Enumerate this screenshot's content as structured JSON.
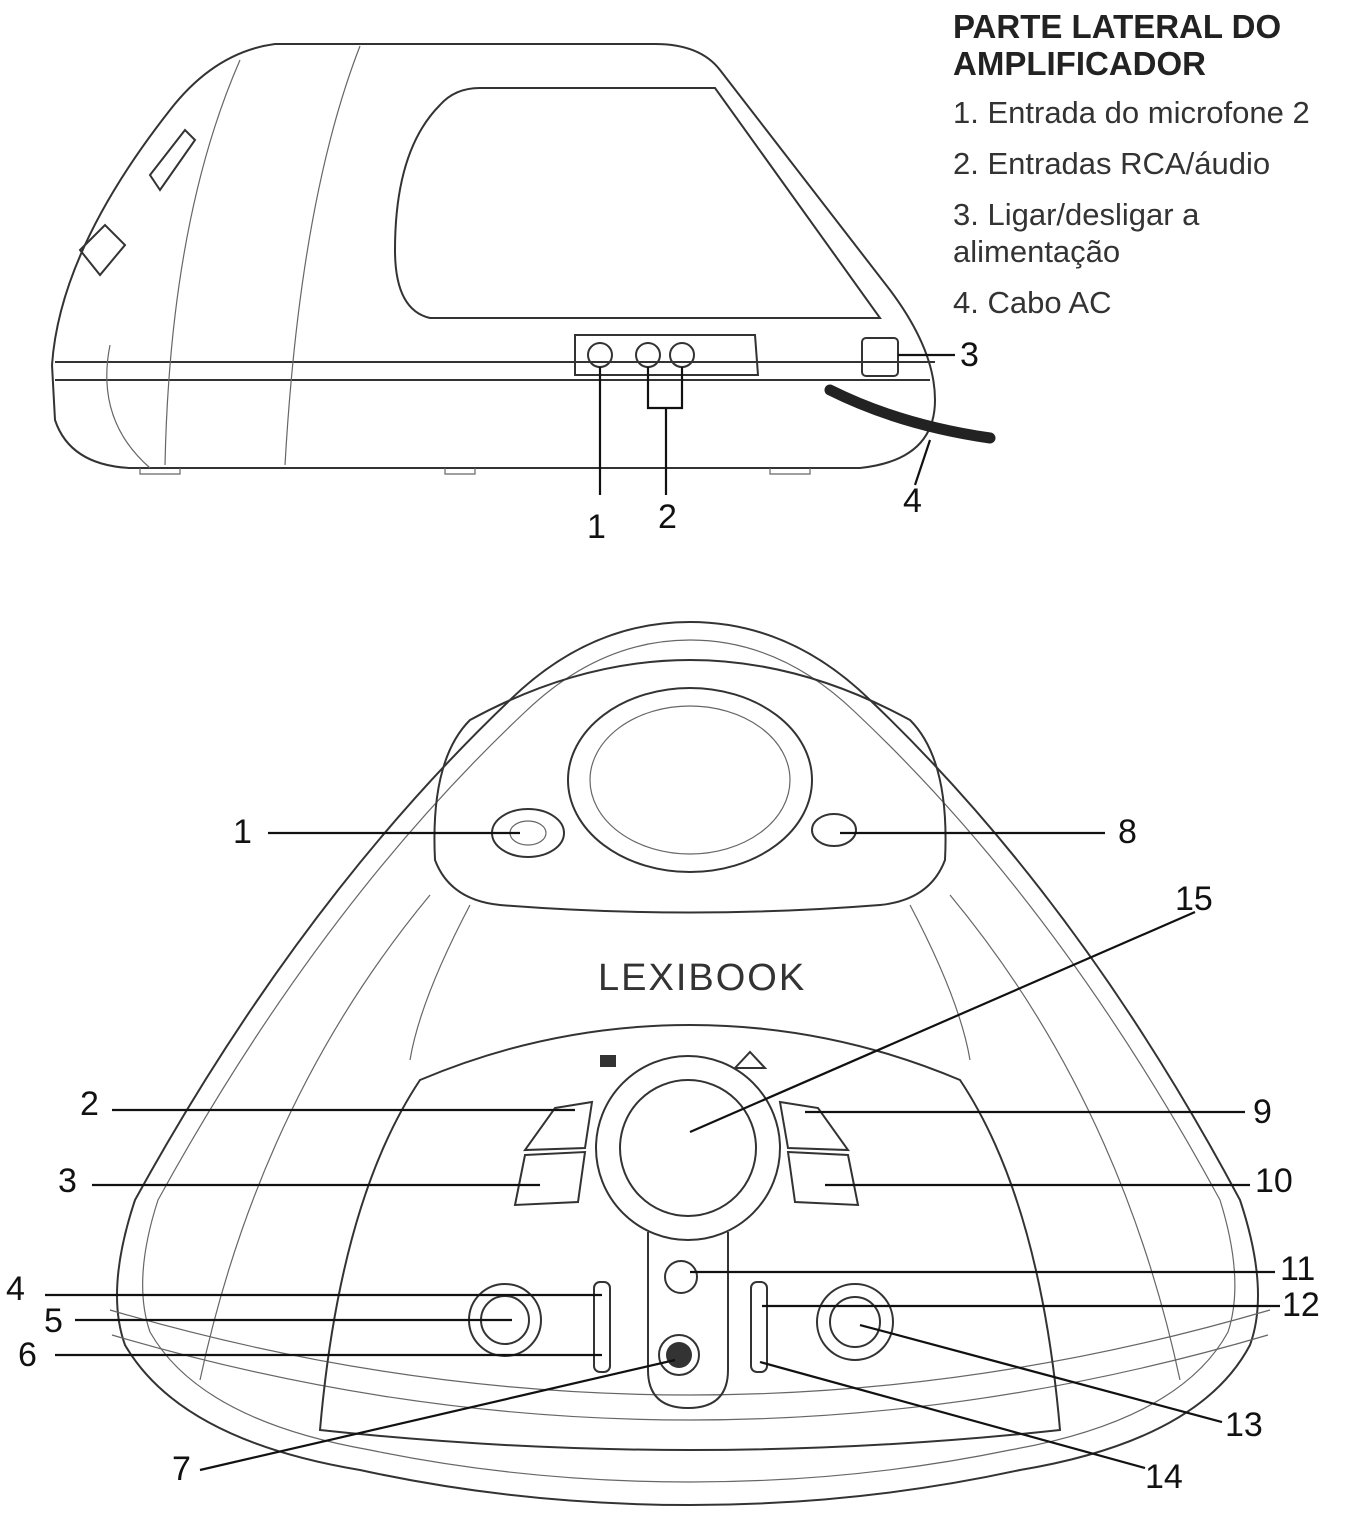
{
  "legend": {
    "title": "PARTE LATERAL DO AMPLIFICADOR",
    "items": [
      "1. Entrada do microfone 2",
      "2. Entradas RCA/áudio",
      "3. Ligar/desligar a alimentação",
      "4. Cabo AC"
    ]
  },
  "brand": "LEXIBOOK",
  "side_callouts": [
    "1",
    "2",
    "3",
    "4"
  ],
  "top_callouts": [
    "1",
    "2",
    "3",
    "4",
    "5",
    "6",
    "7",
    "8",
    "9",
    "10",
    "11",
    "12",
    "13",
    "14",
    "15"
  ],
  "colors": {
    "ink": "#333333",
    "cable": "#222222"
  }
}
